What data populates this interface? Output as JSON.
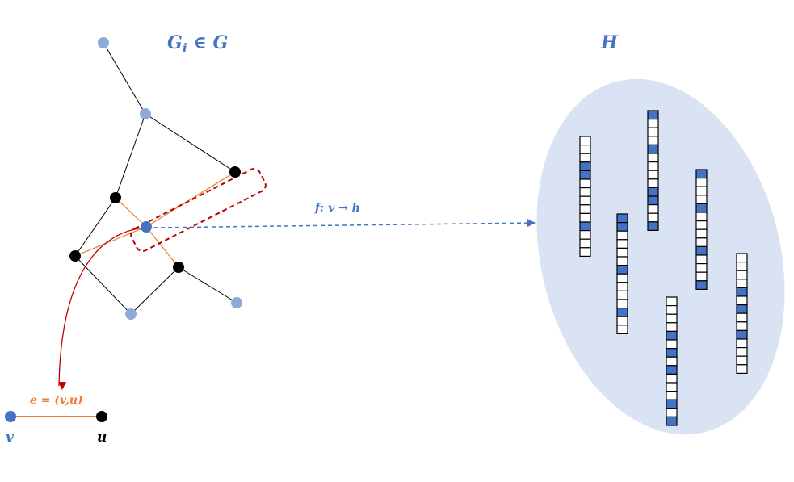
{
  "labels": {
    "graph_title_base": "G",
    "graph_title_sub": "i",
    "graph_title_rest": " ∈ G",
    "embedding_space": "H",
    "mapping": "f: v → h",
    "edge_label": "e = (v,u)",
    "node_v": "v",
    "node_u": "u"
  },
  "colors": {
    "light_node": "#8eaadb",
    "dark_node": "#000000",
    "focus_node": "#4472c4",
    "accent_blue": "#4472c4",
    "edge_orange": "#ed7d31",
    "highlight_red": "#c00000",
    "ellipse_fill": "#dae3f3",
    "cell_filled": "#4472c4",
    "cell_empty": "#ffffff"
  },
  "graph": {
    "nodes": [
      {
        "id": "n1",
        "type": "light"
      },
      {
        "id": "n2",
        "type": "light"
      },
      {
        "id": "n3",
        "type": "dark"
      },
      {
        "id": "n4",
        "type": "dark"
      },
      {
        "id": "n5",
        "type": "focus"
      },
      {
        "id": "n6",
        "type": "dark"
      },
      {
        "id": "n7",
        "type": "dark"
      },
      {
        "id": "n8",
        "type": "light"
      },
      {
        "id": "n9",
        "type": "light"
      }
    ],
    "edges": [
      {
        "from": "n1",
        "to": "n2",
        "kind": "plain"
      },
      {
        "from": "n2",
        "to": "n3",
        "kind": "plain"
      },
      {
        "from": "n2",
        "to": "n4",
        "kind": "plain"
      },
      {
        "from": "n4",
        "to": "n6",
        "kind": "plain"
      },
      {
        "from": "n6",
        "to": "n8",
        "kind": "plain"
      },
      {
        "from": "n8",
        "to": "n7",
        "kind": "plain"
      },
      {
        "from": "n7",
        "to": "n9",
        "kind": "plain"
      },
      {
        "from": "n5",
        "to": "n3",
        "kind": "orange"
      },
      {
        "from": "n5",
        "to": "n6",
        "kind": "orange"
      },
      {
        "from": "n5",
        "to": "n4",
        "kind": "orange"
      },
      {
        "from": "n5",
        "to": "n7",
        "kind": "orange"
      }
    ]
  },
  "vectors": [
    {
      "id": "vec1",
      "cells": [
        0,
        0,
        0,
        1,
        1,
        0,
        0,
        0,
        0,
        0,
        1,
        0,
        0,
        0
      ]
    },
    {
      "id": "vec2",
      "cells": [
        1,
        0,
        0,
        0,
        1,
        0,
        0,
        0,
        0,
        1,
        1,
        0,
        0,
        1
      ]
    },
    {
      "id": "vec3",
      "cells": [
        1,
        0,
        0,
        0,
        1,
        0,
        0,
        0,
        0,
        1,
        0,
        0,
        0,
        1
      ]
    },
    {
      "id": "vec4",
      "cells": [
        1,
        1,
        0,
        0,
        0,
        0,
        1,
        0,
        0,
        0,
        0,
        1,
        0,
        0
      ]
    },
    {
      "id": "vec5",
      "cells": [
        0,
        0,
        0,
        0,
        1,
        0,
        1,
        0,
        1,
        0,
        0,
        0,
        1,
        0,
        1
      ]
    },
    {
      "id": "vec6",
      "cells": [
        0,
        0,
        0,
        0,
        1,
        0,
        1,
        0,
        0,
        1,
        0,
        0,
        0,
        0
      ]
    }
  ]
}
